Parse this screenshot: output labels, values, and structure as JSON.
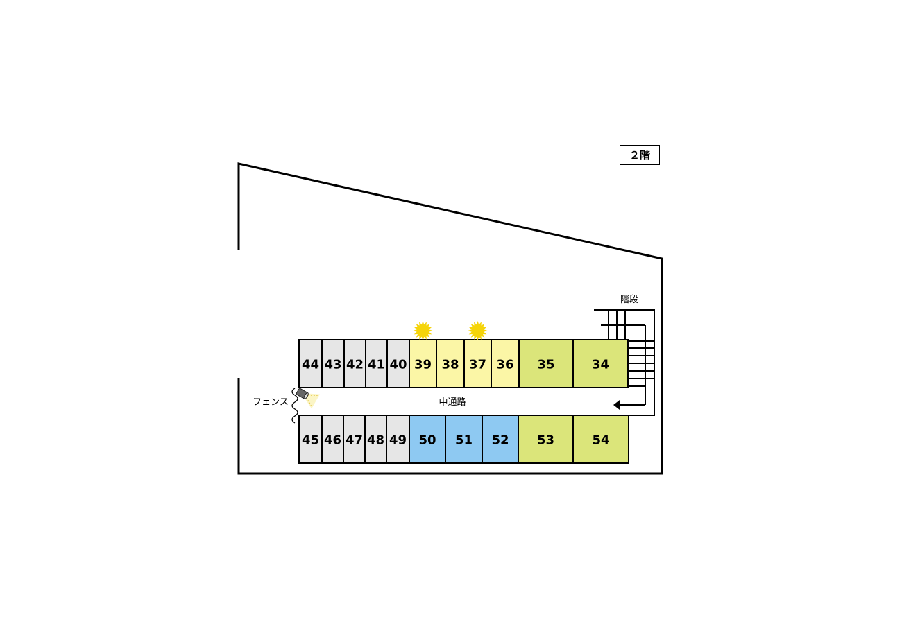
{
  "floor_label": "２階",
  "labels": {
    "stairs": "階段",
    "corridor": "中通路",
    "fence": "フェンス"
  },
  "colors": {
    "gray_unit": "#e6e6e6",
    "yellow_unit": "#fbf6a6",
    "green_unit": "#dbe57a",
    "blue_unit": "#8ec9f2",
    "sun": "#f5d40a",
    "outline": "#000000"
  },
  "units": {
    "top_row": [
      {
        "id": "44",
        "color": "gray_unit"
      },
      {
        "id": "43",
        "color": "gray_unit"
      },
      {
        "id": "42",
        "color": "gray_unit"
      },
      {
        "id": "41",
        "color": "gray_unit"
      },
      {
        "id": "40",
        "color": "gray_unit"
      },
      {
        "id": "39",
        "color": "yellow_unit",
        "sun": true
      },
      {
        "id": "38",
        "color": "yellow_unit"
      },
      {
        "id": "37",
        "color": "yellow_unit",
        "sun": true
      },
      {
        "id": "36",
        "color": "yellow_unit"
      },
      {
        "id": "35",
        "color": "green_unit"
      },
      {
        "id": "34",
        "color": "green_unit"
      }
    ],
    "bottom_row": [
      {
        "id": "45",
        "color": "gray_unit"
      },
      {
        "id": "46",
        "color": "gray_unit"
      },
      {
        "id": "47",
        "color": "gray_unit"
      },
      {
        "id": "48",
        "color": "gray_unit"
      },
      {
        "id": "49",
        "color": "gray_unit"
      },
      {
        "id": "50",
        "color": "blue_unit"
      },
      {
        "id": "51",
        "color": "blue_unit"
      },
      {
        "id": "52",
        "color": "blue_unit"
      },
      {
        "id": "53",
        "color": "green_unit"
      },
      {
        "id": "54",
        "color": "green_unit"
      }
    ]
  },
  "icons": {
    "sun": "sun-icon",
    "light": "spotlight-icon",
    "arrow": "arrow-left-icon"
  }
}
